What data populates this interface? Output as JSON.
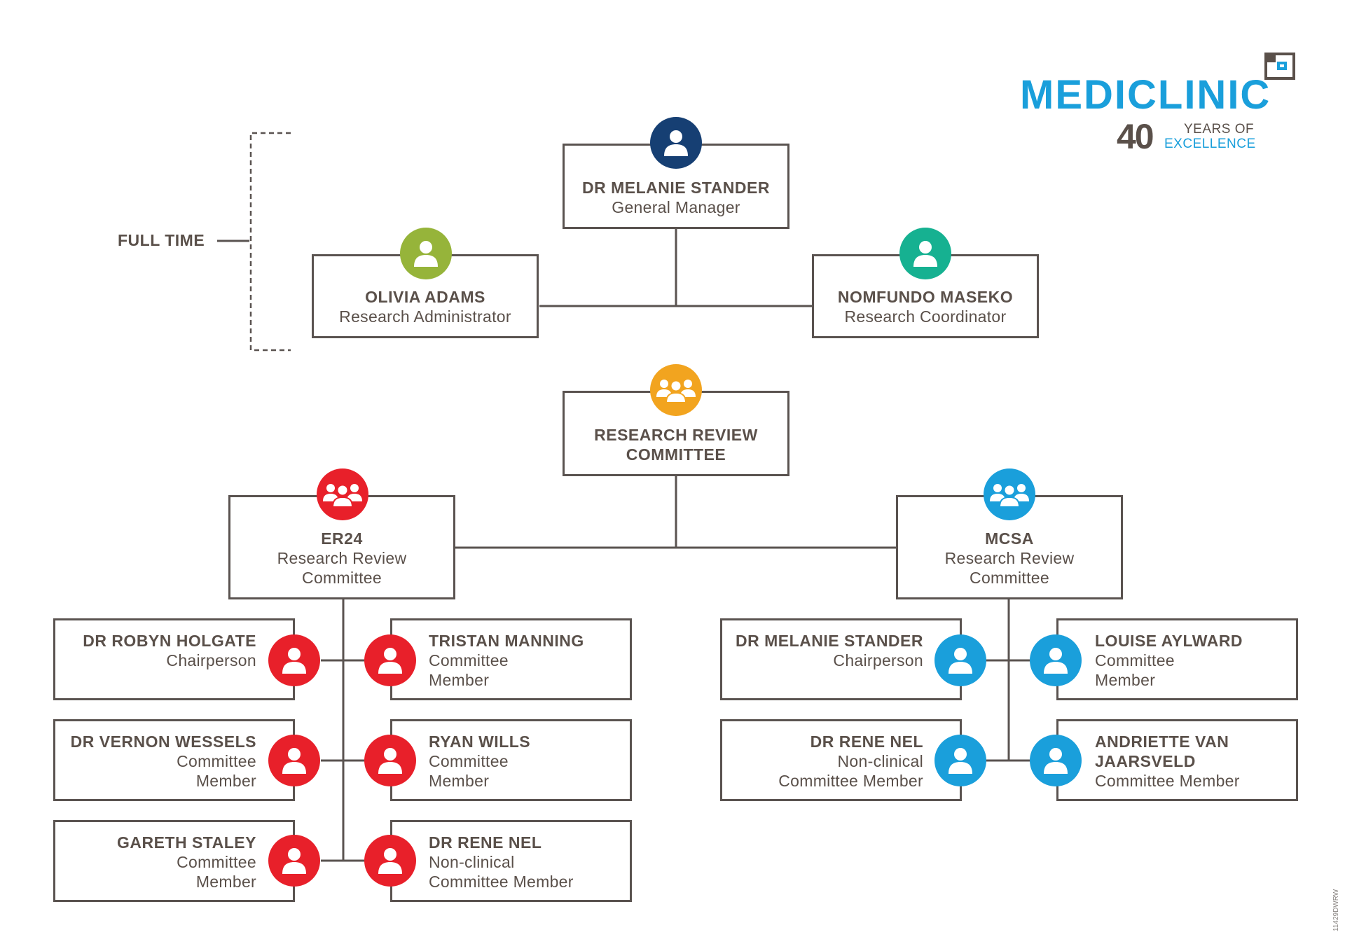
{
  "brand": {
    "name": "MEDICLINIC",
    "anniversary_number": "40",
    "anniversary_line1": "YEARS OF",
    "anniversary_line2": "EXCELLENCE",
    "brand_color": "#1a9fdb"
  },
  "full_time_label": "FULL TIME",
  "management": {
    "general_manager": {
      "name": "DR MELANIE STANDER",
      "role": "General Manager",
      "icon": "person-icon",
      "color": "#163f73"
    },
    "admin": {
      "name": "OLIVIA ADAMS",
      "role": "Research Administrator",
      "icon": "person-icon",
      "color": "#96b43a"
    },
    "coordinator": {
      "name": "NOMFUNDO MASEKO",
      "role": "Research Coordinator",
      "icon": "person-icon",
      "color": "#16b191"
    }
  },
  "committee": {
    "title_line1": "RESEARCH REVIEW",
    "title_line2": "COMMITTEE",
    "icon": "group-icon",
    "color": "#f2a41f"
  },
  "er24": {
    "name": "ER24",
    "role_line1": "Research Review",
    "role_line2": "Committee",
    "icon": "group-icon",
    "color": "#e8202a",
    "left_members": [
      {
        "name": "DR ROBYN HOLGATE",
        "role_line1": "Chairperson",
        "role_line2": ""
      },
      {
        "name": "DR VERNON WESSELS",
        "role_line1": "Committee",
        "role_line2": "Member"
      },
      {
        "name": "GARETH STALEY",
        "role_line1": "Committee",
        "role_line2": "Member"
      }
    ],
    "right_members": [
      {
        "name": "TRISTAN MANNING",
        "role_line1": "Committee",
        "role_line2": "Member"
      },
      {
        "name": "RYAN WILLS",
        "role_line1": "Committee",
        "role_line2": "Member"
      },
      {
        "name": "DR RENE NEL",
        "role_line1": "Non-clinical",
        "role_line2": "Committee Member"
      }
    ]
  },
  "mcsa": {
    "name": "MCSA",
    "role_line1": "Research Review",
    "role_line2": "Committee",
    "icon": "group-icon",
    "color": "#1a9fdb",
    "left_members": [
      {
        "name": "DR MELANIE STANDER",
        "role_line1": "Chairperson",
        "role_line2": ""
      },
      {
        "name": "DR RENE NEL",
        "role_line1": "Non-clinical",
        "role_line2": "Committee Member"
      }
    ],
    "right_members": [
      {
        "name": "LOUISE AYLWARD",
        "role_line1": "Committee",
        "role_line2": "Member"
      },
      {
        "name": "ANDRIETTE VAN",
        "name_line2": "JAARSVELD",
        "role_line1": "Committee Member",
        "role_line2": ""
      }
    ]
  },
  "document_code": "11429DWRW"
}
